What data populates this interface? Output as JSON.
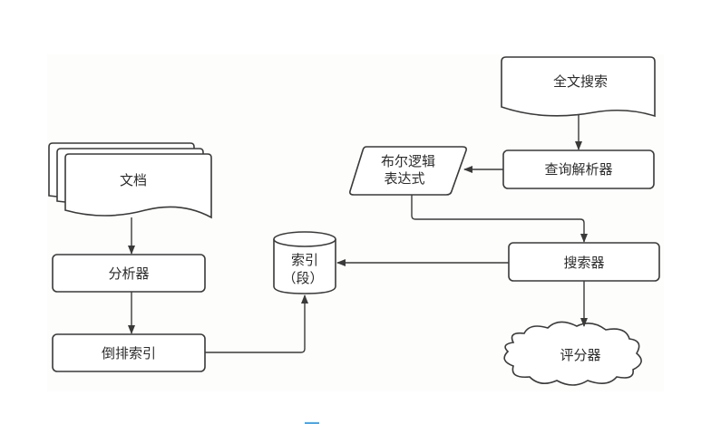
{
  "diagram": {
    "title": "",
    "nodes": {
      "documents": {
        "label": "文档",
        "shape": "multi-document"
      },
      "analyzer": {
        "label": "分析器",
        "shape": "rounded-rect"
      },
      "inverted_index": {
        "label": "倒排索引",
        "shape": "rounded-rect"
      },
      "index_segment": {
        "line1": "索引",
        "line2": "（段）",
        "shape": "cylinder"
      },
      "full_text_search": {
        "label": "全文搜索",
        "shape": "document"
      },
      "query_parser": {
        "label": "查询解析器",
        "shape": "rounded-rect"
      },
      "boolean_expression": {
        "line1": "布尔逻辑",
        "line2": "表达式",
        "shape": "parallelogram"
      },
      "searcher": {
        "label": "搜索器",
        "shape": "rounded-rect"
      },
      "scorer": {
        "label": "评分器",
        "shape": "cloud"
      }
    },
    "edges": [
      {
        "from": "documents",
        "to": "analyzer"
      },
      {
        "from": "analyzer",
        "to": "inverted_index"
      },
      {
        "from": "inverted_index",
        "to": "index_segment"
      },
      {
        "from": "full_text_search",
        "to": "query_parser"
      },
      {
        "from": "query_parser",
        "to": "boolean_expression"
      },
      {
        "from": "boolean_expression",
        "to": "searcher"
      },
      {
        "from": "searcher",
        "to": "index_segment"
      },
      {
        "from": "searcher",
        "to": "scorer"
      }
    ]
  },
  "colors": {
    "stroke": "#3a3a3a",
    "text": "#2b2b2b",
    "panel_background": "#fdfdfb",
    "accent_mark": "#4aa8e8"
  }
}
